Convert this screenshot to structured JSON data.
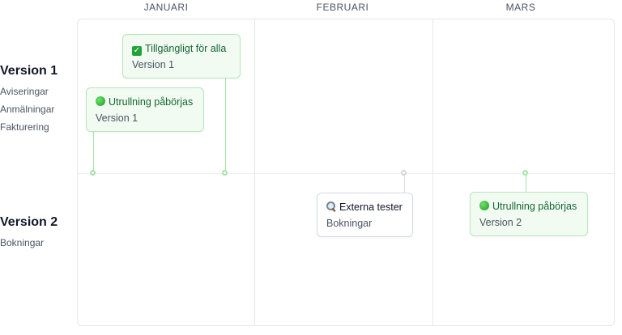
{
  "months": [
    "JANUARI",
    "FEBRUARI",
    "MARS"
  ],
  "versions": [
    {
      "title": "Version 1",
      "items": [
        "Aviseringar",
        "Anmälningar",
        "Fakturering"
      ]
    },
    {
      "title": "Version 2",
      "items": [
        "Bokningar"
      ]
    }
  ],
  "cards": [
    {
      "icon": "check-mark-icon",
      "title": "Tillgängligt för alla",
      "sub": "Version 1",
      "style": "green"
    },
    {
      "icon": "green-circle-icon",
      "title": "Utrullning påbörjas",
      "sub": "Version 1",
      "style": "green"
    },
    {
      "icon": "magnifying-glass-icon",
      "title": "Externa tester",
      "sub": "Bokningar",
      "style": "white"
    },
    {
      "icon": "green-circle-icon",
      "title": "Utrullning påbörjas",
      "sub": "Version 2",
      "style": "green"
    }
  ],
  "colors": {
    "card_green_bg": "#f1fbf1",
    "card_green_border": "#b9e6ba",
    "title_green": "#166534",
    "grid": "#e5e7eb"
  }
}
